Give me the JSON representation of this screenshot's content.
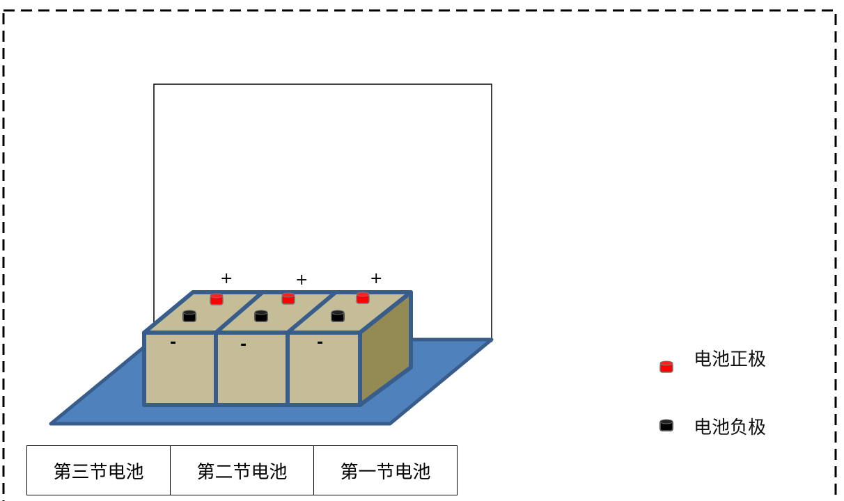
{
  "batteries": [
    {
      "label": "第三节电池",
      "positive_sign": "+",
      "negative_sign": "-"
    },
    {
      "label": "第二节电池",
      "positive_sign": "+",
      "negative_sign": "-"
    },
    {
      "label": "第一节电池",
      "positive_sign": "+",
      "negative_sign": "-"
    }
  ],
  "legend": {
    "positive": {
      "label": "电池正极",
      "icon": "red-terminal-icon",
      "color": "#ff0000"
    },
    "negative": {
      "label": "电池负极",
      "icon": "black-terminal-icon",
      "color": "#000000"
    }
  },
  "colors": {
    "base": "#4f81bd",
    "outline": "#385d8a",
    "battery": "#c4bd97",
    "battery_side": "#948a54"
  }
}
